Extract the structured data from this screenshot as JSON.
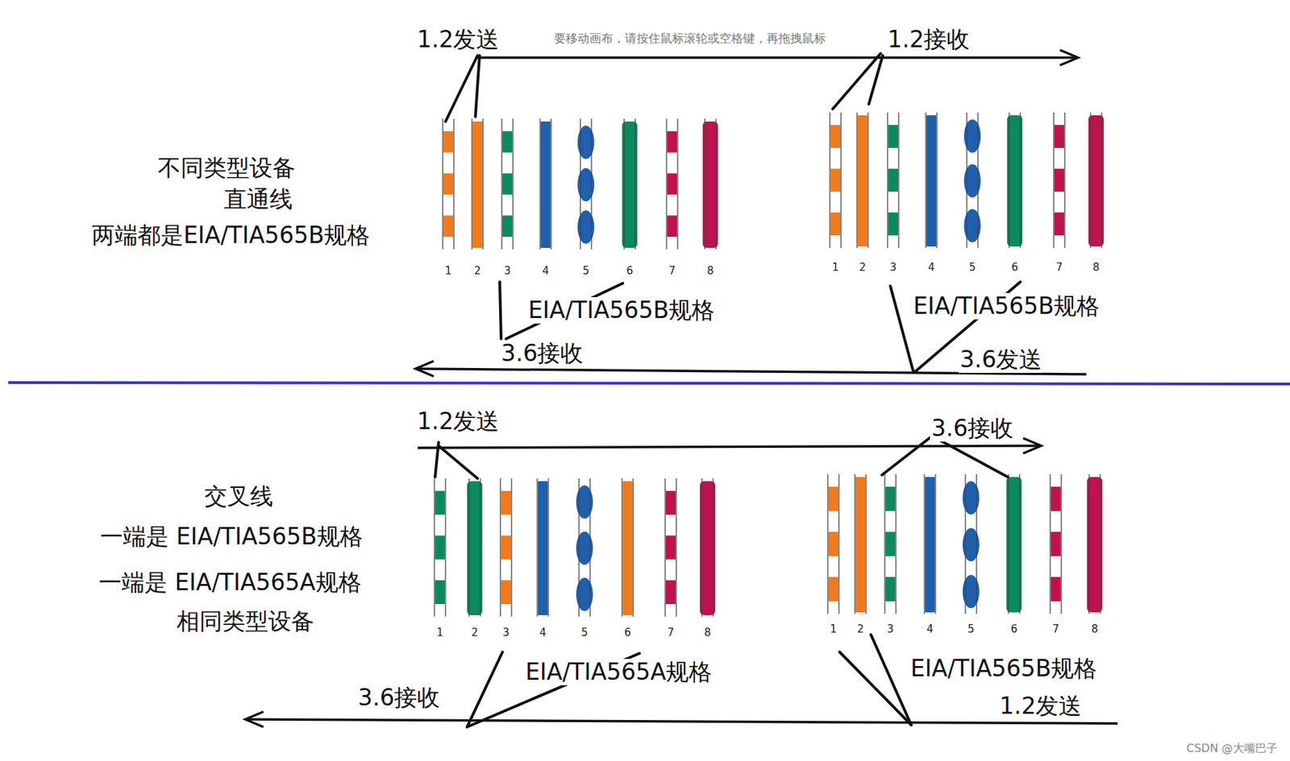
{
  "diagram": {
    "labels": [
      "1.2发送",
      "要移动画布，请按住鼠标滚轮或空格键，再拖拽鼠标",
      "1.2接收",
      "不同类型设备",
      "直通线",
      "两端都是EIA/TIA565B规格",
      "1",
      "2",
      "3",
      "4",
      "5",
      "6",
      "7",
      "8",
      "1",
      "2",
      "3",
      "4",
      "5",
      "6",
      "7",
      "8",
      "EIA/TIA565B规格",
      "3.6接收",
      "EIA/TIA565B规格",
      "3.6发送",
      "1.2发送",
      "3.6接收",
      "交叉线",
      "一端是 EIA/TIA565B规格",
      "一端是 EIA/TIA565A规格",
      "相同类型设备",
      "1",
      "2",
      "3",
      "4",
      "5",
      "6",
      "7",
      "8",
      "1",
      "2",
      "3",
      "4",
      "5",
      "6",
      "7",
      "8",
      "EIA/TIA565A规格",
      "3.6接收",
      "EIA/TIA565B规格",
      "1.2发送",
      "CSDN @大嘴巴子"
    ]
  }
}
